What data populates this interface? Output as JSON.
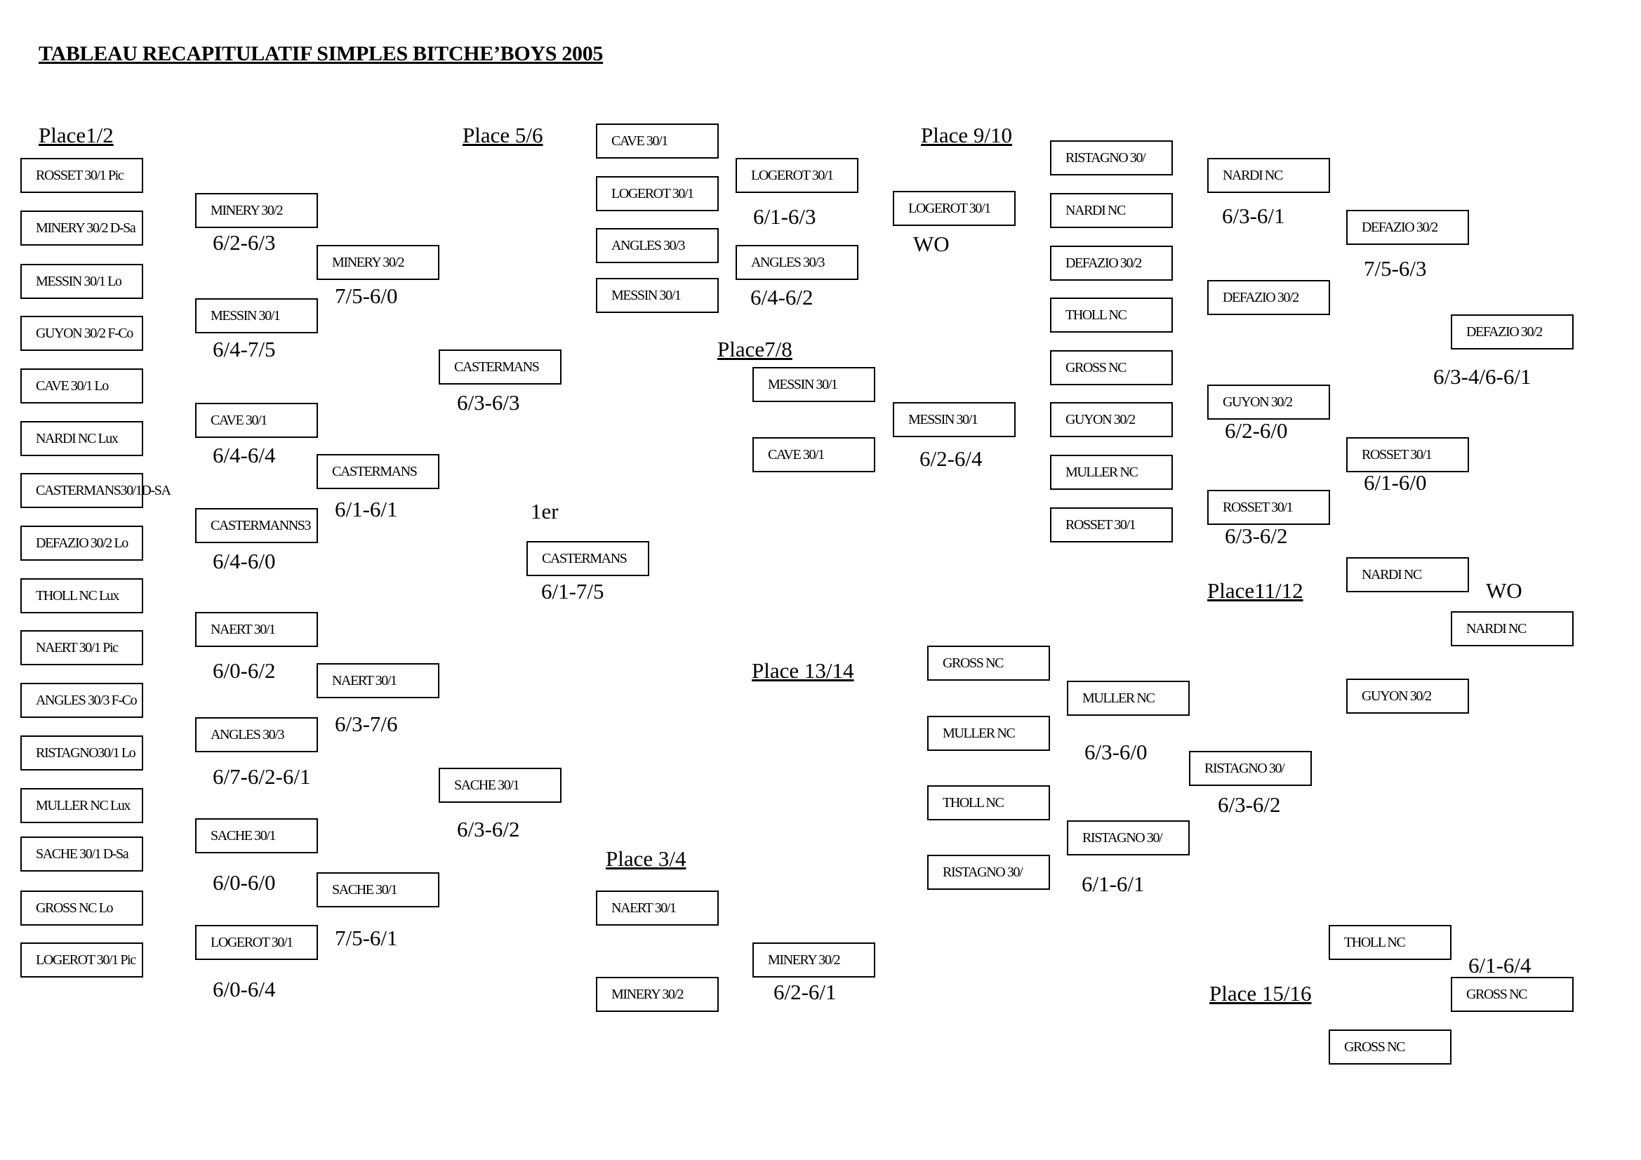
{
  "title": "TABLEAU RECAPITULATIF SIMPLES BITCHE’BOYS 2005",
  "places": {
    "p1_2": "Place1/2",
    "p5_6": "Place 5/6",
    "p9_10": "Place 9/10",
    "p7_8": "Place7/8",
    "p11_12": "Place11/12",
    "p13_14": "Place 13/14",
    "p3_4": "Place 3/4",
    "p15_16": "Place 15/16"
  },
  "notes": {
    "first": "1er",
    "wo1": "WO",
    "wo2": "WO"
  },
  "entrants": [
    "ROSSET 30/1   Pic",
    "MINERY 30/2   D-Sa",
    "MESSIN 30/1   Lo",
    "GUYON 30/2   F-Co",
    "CAVE 30/1  Lo",
    "NARDI   NC  Lux",
    "CASTERMANS30/1D-SA",
    "DEFAZIO 30/2   Lo",
    "THOLL  NC  Lux",
    "NAERT  30/1   Pic",
    "ANGLES  30/3   F-Co",
    "RISTAGNO30/1  Lo",
    "MULLER  NC Lux",
    "SACHE   30/1   D-Sa",
    "GROSS   NC   Lo",
    "LOGEROT  30/1   Pic"
  ],
  "main": {
    "r1": [
      "MINERY 30/2",
      "MESSIN 30/1",
      "CAVE 30/1",
      "CASTERMANNS3",
      "NAERT  30/1",
      "ANGLES  30/3",
      "SACHE   30/1",
      "LOGEROT  30/1"
    ],
    "r1_scores": [
      "6/2-6/3",
      "6/4-7/5",
      "6/4-6/4",
      "6/4-6/0",
      "6/0-6/2",
      "6/7-6/2-6/1",
      "6/0-6/0",
      "6/0-6/4"
    ],
    "r2": [
      "MINERY 30/2",
      "CASTERMANS",
      "NAERT  30/1",
      "SACHE   30/1"
    ],
    "r2_scores": [
      "7/5-6/0",
      "6/1-6/1",
      "6/3-7/6",
      "7/5-6/1"
    ],
    "r3": [
      "CASTERMANS",
      "SACHE   30/1"
    ],
    "r3_scores": [
      "6/3-6/3",
      "6/3-6/2"
    ],
    "winner": "CASTERMANS",
    "final_score": "6/1-7/5"
  },
  "p5_6": {
    "entrants": [
      "CAVE 30/1",
      "LOGEROT  30/1",
      "ANGLES  30/3",
      "MESSIN  30/1"
    ],
    "r1": [
      "LOGEROT  30/1",
      "ANGLES  30/3"
    ],
    "r1_scores": [
      "6/1-6/3",
      "6/4-6/2"
    ],
    "winner": "LOGEROT  30/1",
    "final_score": "WO"
  },
  "p7_8": {
    "entrants": [
      "MESSIN 30/1",
      "CAVE 30/1"
    ],
    "winner": "MESSIN  30/1",
    "final_score": "6/2-6/4"
  },
  "p9_12": {
    "entrants": [
      "RISTAGNO 30/",
      "NARDI   NC",
      "DEFAZIO 30/2",
      "THOLL  NC",
      "GROSS   NC",
      "GUYON 30/2",
      "MULLER NC",
      "ROSSET 30/1"
    ],
    "r1": [
      "NARDI   NC",
      "DEFAZIO 30/2",
      "GUYON 30/2",
      "ROSSET 30/1"
    ],
    "r1_scores": [
      "6/3-6/1",
      "6/2-6/0",
      "6/3-6/2"
    ],
    "r2": [
      "DEFAZIO 30/2",
      "ROSSET 30/1"
    ],
    "r2_scores": [
      "7/5-6/3",
      "6/1-6/0"
    ],
    "winner": "DEFAZIO 30/2",
    "final_score": "6/3-4/6-6/1"
  },
  "p11_12": {
    "entrants": [
      "NARDI   NC",
      "GUYON 30/2"
    ],
    "winner": "NARDI   NC"
  },
  "p13_16": {
    "entrants": [
      "GROSS   NC",
      "MULLER NC",
      "THOLL   NC",
      "RISTAGNO 30/"
    ],
    "r1": [
      "MULLER NC",
      "RISTAGNO 30/"
    ],
    "r1_scores": [
      "6/3-6/0",
      "6/1-6/1"
    ],
    "winner": "RISTAGNO 30/",
    "final_score": "6/3-6/2"
  },
  "p15_16": {
    "entrants": [
      "THOLL   NC",
      "GROSS   NC"
    ],
    "winner": "GROSS   NC",
    "final_score": "6/1-6/4"
  },
  "p3_4": {
    "entrants": [
      "NAERT  30/1",
      "MINERY 30/2"
    ],
    "winner": "MINERY 30/2",
    "final_score": "6/2-6/1"
  }
}
